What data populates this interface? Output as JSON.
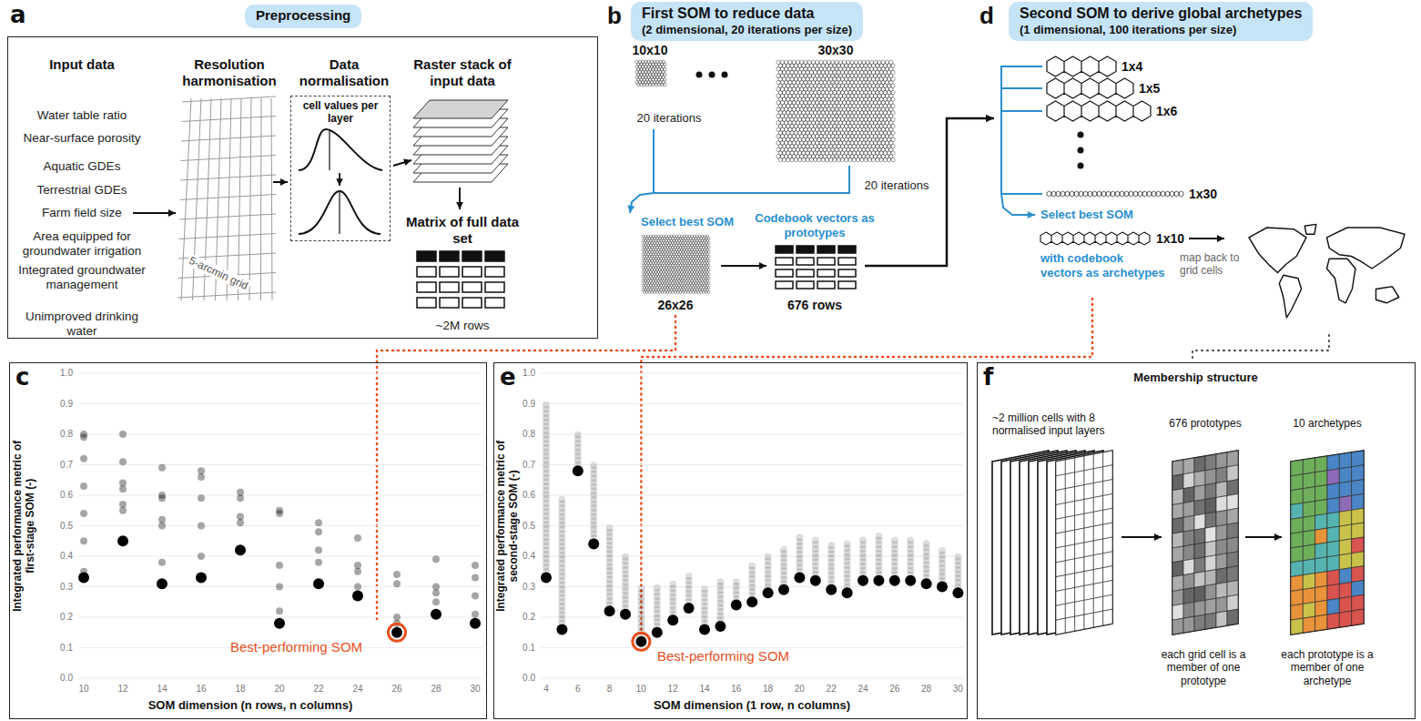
{
  "diagram": {
    "nodes": [
      {
        "text": [
          "a"
        ]
      },
      {
        "text": [
          "Preprocessing"
        ],
        "in": 0
      },
      {
        "text": [
          "cell values per layer"
        ],
        "in": 0
      },
      {
        "text": [
          "First SOM to reduce data",
          "(2 dimensional, 20 iterations per size)"
        ]
      },
      {
        "text": [
          "Second SOM to derive global archetypes",
          "(1 dimensional, 100 iterations per size)"
        ]
      },
      {
        "text": [
          "c"
        ]
      },
      {
        "text": [
          "e"
        ]
      },
      {
        "text": [
          "f",
          "Membership structure"
        ]
      }
    ],
    "labels": [
      "Input data",
      "Water table ratio",
      "Near-surface porosity",
      "Aquatic GDEs",
      "Terrestrial GDEs",
      "Farm field size",
      "Area equipped for groundwater irrigation",
      "Integrated groundwater management",
      "Unimproved drinking water",
      "Resolution harmonisation",
      "5-arcmin grid",
      "Data normalisation",
      "Raster stack of input data",
      "Matrix of full data set",
      "~2M rows",
      "b",
      "10x10",
      "30x30",
      "20 iterations",
      "20 iterations",
      "Select best SOM",
      "Codebook vectors as prototypes",
      "26x26",
      "676 rows",
      "d",
      "1x4",
      "1x5",
      "1x6",
      "1x30",
      "Select best SOM",
      "1x10",
      "with codebook vectors as archetypes",
      "map back to grid cells",
      "0.0",
      "0.1",
      "0.2",
      "0.3",
      "0.4",
      "0.5",
      "0.6",
      "0.7",
      "0.8",
      "0.9",
      "1.0",
      "10",
      "12",
      "14",
      "16",
      "18",
      "20",
      "22",
      "24",
      "26",
      "28",
      "30",
      "Integrated performance metric of first-stage SOM (-)",
      "SOM dimension (n rows, n columns)",
      "Best-performing SOM",
      "0.0",
      "0.1",
      "0.2",
      "0.3",
      "0.4",
      "0.5",
      "0.6",
      "0.7",
      "0.8",
      "0.9",
      "1.0",
      "4",
      "6",
      "8",
      "10",
      "12",
      "14",
      "16",
      "18",
      "20",
      "22",
      "24",
      "26",
      "28",
      "30",
      "Integrated performance metric of second-stage SOM (-)",
      "SOM dimension (1 row, n columns)",
      "Best-performing SOM",
      "~2 million cells with 8 normalised input layers",
      "676 prototypes",
      "10 archetypes",
      "each grid cell is a member of one prototype",
      "each prototype is a member of one archetype"
    ]
  }
}
